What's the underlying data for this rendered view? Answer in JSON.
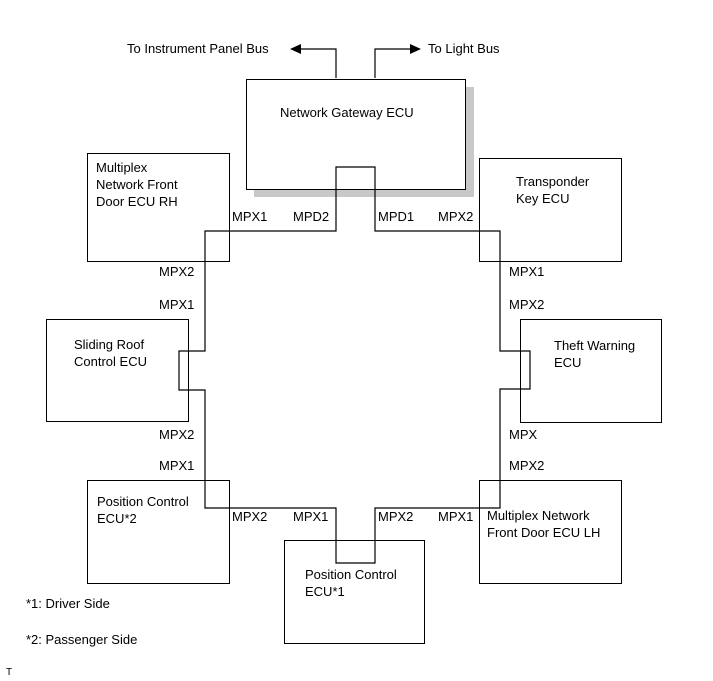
{
  "buses": {
    "instrument_panel": "To Instrument Panel Bus",
    "light": "To Light Bus"
  },
  "ecus": {
    "gateway": "Network Gateway ECU",
    "front_door_rh": "Multiplex\nNetwork Front\nDoor ECU RH",
    "transponder": "Transponder\nKey ECU",
    "sliding_roof": "Sliding Roof\nControl ECU",
    "theft_warning": "Theft Warning\nECU",
    "position_control_2": "Position Control\nECU*2",
    "front_door_lh": "Multiplex Network\nFront Door ECU LH",
    "position_control_1": "Position Control\nECU*1"
  },
  "ports": {
    "rh_mpx1": "MPX1",
    "gw_mpd2": "MPD2",
    "gw_mpd1": "MPD1",
    "tk_mpx2_top": "MPX2",
    "rh_mpx2": "MPX2",
    "tk_mpx1": "MPX1",
    "sr_mpx1": "MPX1",
    "tw_mpx2": "MPX2",
    "sr_mpx2": "MPX2",
    "tw_mpx": "MPX",
    "pc2_mpx1": "MPX1",
    "lh_mpx2": "MPX2",
    "pc2_mpx2": "MPX2",
    "pc1_mpx1": "MPX1",
    "pc1_mpx2": "MPX2",
    "lh_mpx1": "MPX1"
  },
  "footnotes": {
    "driver": "*1: Driver Side",
    "passenger": "*2: Passenger Side"
  },
  "corner_mark": "T"
}
